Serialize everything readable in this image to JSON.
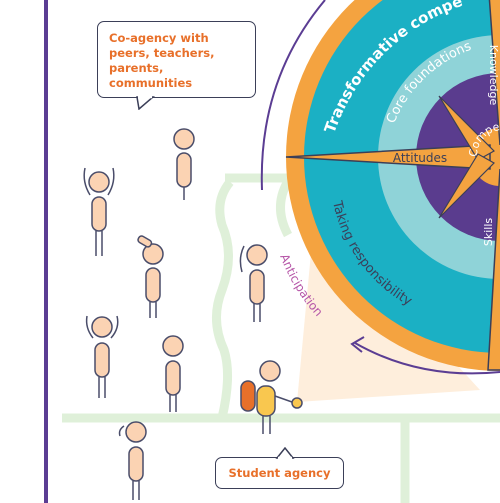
{
  "callout": {
    "coagency": "Co-agency with peers, teachers, parents, communities"
  },
  "labels": {
    "student_agency": "Student agency",
    "transformative": "Transformative competencies",
    "core_foundations": "Core foundations",
    "attitudes": "Attitudes",
    "competencies": "Competencies",
    "knowledge": "Knowledge",
    "skills": "Skills",
    "taking_responsibility": "Taking responsibility",
    "anticipation": "Anticipation"
  },
  "colors": {
    "border_purple": "#5b3d93",
    "outer_ring": "#f4a340",
    "teal_ring": "#1bb0c4",
    "light_teal": "#8fd3d8",
    "inner_purple": "#5a3c8e",
    "label_orange": "#e8702a",
    "path_green": "#dff0d9",
    "figure_fill": "#fbd3b3",
    "figure_stroke": "#4a4d6a"
  }
}
